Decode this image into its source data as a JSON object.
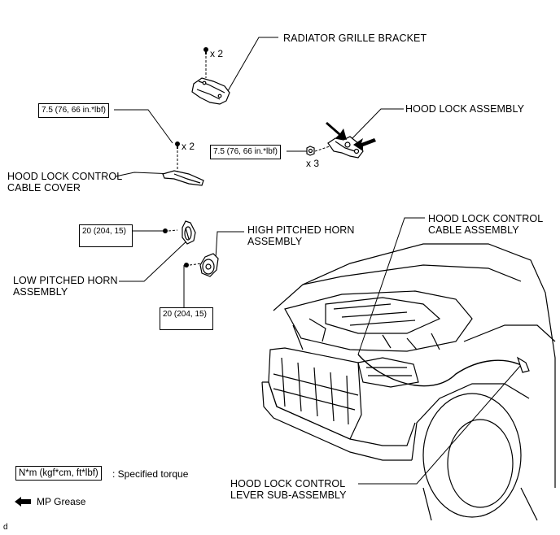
{
  "labels": {
    "radiator_grille_bracket": "RADIATOR GRILLE BRACKET",
    "hood_lock_assembly": "HOOD LOCK ASSEMBLY",
    "hood_lock_control_cable_cover_l1": "HOOD LOCK CONTROL",
    "hood_lock_control_cable_cover_l2": "CABLE COVER",
    "hood_lock_control_cable_assembly_l1": "HOOD LOCK CONTROL",
    "hood_lock_control_cable_assembly_l2": "CABLE ASSEMBLY",
    "high_pitched_horn_l1": "HIGH PITCHED HORN",
    "high_pitched_horn_l2": "ASSEMBLY",
    "low_pitched_horn_l1": "LOW PITCHED HORN",
    "low_pitched_horn_l2": "ASSEMBLY",
    "hood_lock_control_lever_l1": "HOOD LOCK CONTROL",
    "hood_lock_control_lever_l2": "LEVER SUB-ASSEMBLY"
  },
  "torques": {
    "cable_cover": "7.5 (76, 66 in.*lbf)",
    "hood_lock": "7.5 (76, 66 in.*lbf)",
    "low_horn": "20 (204, 15)",
    "high_horn": "20 (204, 15)"
  },
  "quantities": {
    "bracket_bolts": "x 2",
    "cable_cover_bolts": "x 2",
    "hood_lock_bolts": "x 3"
  },
  "legend": {
    "torque_unit": "N*m (kgf*cm, ft*lbf)",
    "torque_desc": ": Specified torque",
    "grease": "MP Grease"
  },
  "footer_mark": "d"
}
